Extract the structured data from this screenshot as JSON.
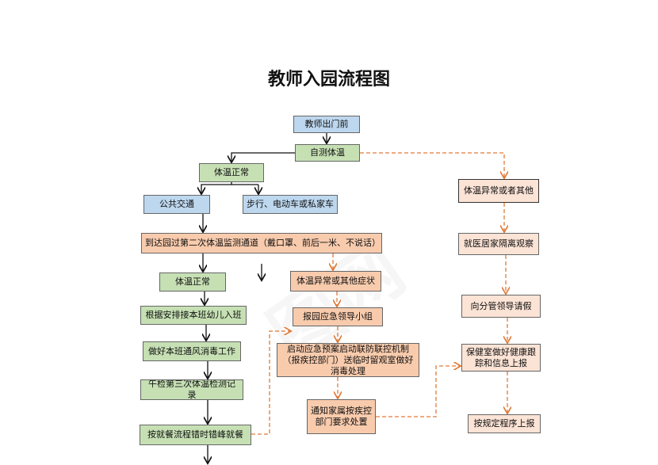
{
  "title": "教师入园流程图",
  "nodes": {
    "leave_home": "教师出门前",
    "self_check": "自测体温",
    "temp_normal_1": "体温正常",
    "public_transit": "公共交通",
    "walk_car": "步行、电动车或私家车",
    "second_check": "到达园过第二次体温监测通道（戴口罩、前后一米、不说话）",
    "temp_normal_2": "体温正常",
    "receive_kids": "根据安排接本班幼儿入班",
    "ventilate": "做好本班通风消毒工作",
    "noon_check": "午检第三次体温检测记录",
    "staggered_meal": "按就餐流程错时错峰就餐",
    "abnormal_mid": "体温异常或其他症状",
    "report_team": "报园应急领导小组",
    "emergency_plan": "启动应急预案启动联防联控机制（报疾控部门）送临时留观室做好消毒处理",
    "notify_family": "通知家属按疾控部门要求处置",
    "abnormal_right": "体温异常或者其他",
    "home_isolation": "就医居家隔离观察",
    "leave_request": "向分管领导请假",
    "health_tracking": "保健室做好健康跟踪和信息上报",
    "report_procedure": "按规定程序上报"
  }
}
